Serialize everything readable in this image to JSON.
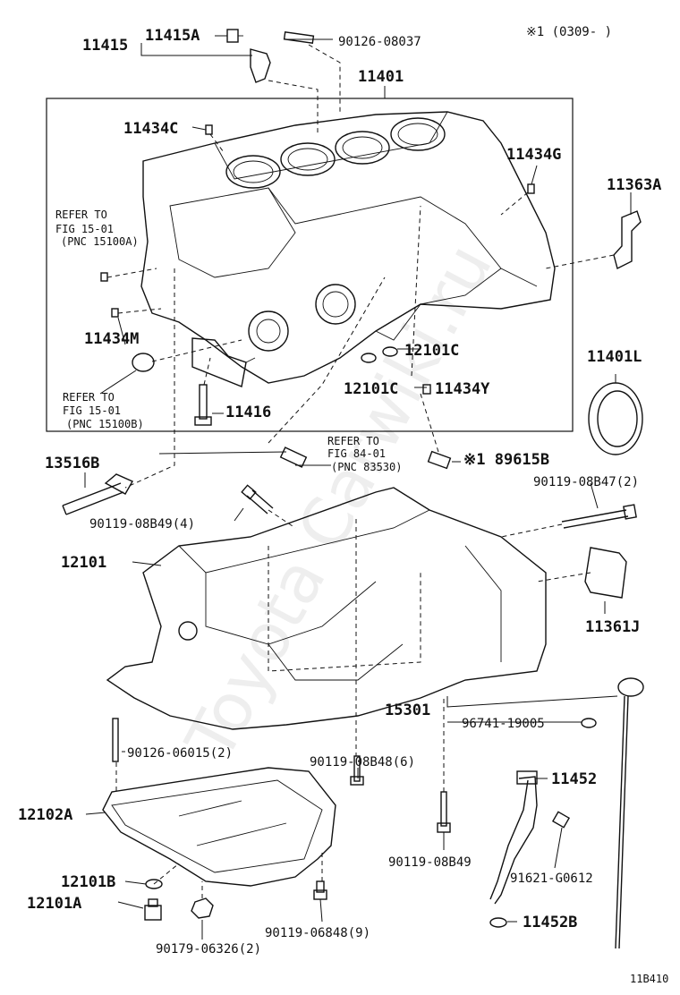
{
  "watermark": "Toyota Carwiki.ru",
  "note_top_right": "※1 (0309-        )",
  "figure_code": "11B410",
  "labels": {
    "p11415": "11415",
    "p11415A": "11415A",
    "p90126_08037": "90126-08037",
    "p11401": "11401",
    "p11434C": "11434C",
    "p11434G": "11434G",
    "p11363A": "11363A",
    "refer1_line1": "REFER TO",
    "refer1_line2": "FIG 15-01",
    "refer1_line3": "(PNC 15100A)",
    "p11434M": "11434M",
    "p12101C_a": "12101C",
    "p11401L": "11401L",
    "p12101C_b": "12101C",
    "p11434Y": "11434Y",
    "refer2_line1": "REFER TO",
    "refer2_line2": "FIG 15-01",
    "refer2_line3": "(PNC 15100B)",
    "p11416": "11416",
    "refer3_line1": "REFER TO",
    "refer3_line2": "FIG 84-01",
    "refer3_line3": "(PNC 83530)",
    "p89615B": "※1 89615B",
    "p13516B": "13516B",
    "p90119_08B47": "90119-08B47(2)",
    "p90119_08B49_4": "90119-08B49(4)",
    "p12101": "12101",
    "p11361J": "11361J",
    "p15301": "15301",
    "p96741_19005": "96741-19005",
    "p90126_06015": "90126-06015(2)",
    "p90119_08B48": "90119-08B48(6)",
    "p11452": "11452",
    "p12102A": "12102A",
    "p90119_08B49": "90119-08B49",
    "p12101B": "12101B",
    "p91621_G0612": "91621-G0612",
    "p12101A": "12101A",
    "p90119_06848": "90119-06848(9)",
    "p11452B": "11452B",
    "p90179_06326": "90179-06326(2)"
  }
}
